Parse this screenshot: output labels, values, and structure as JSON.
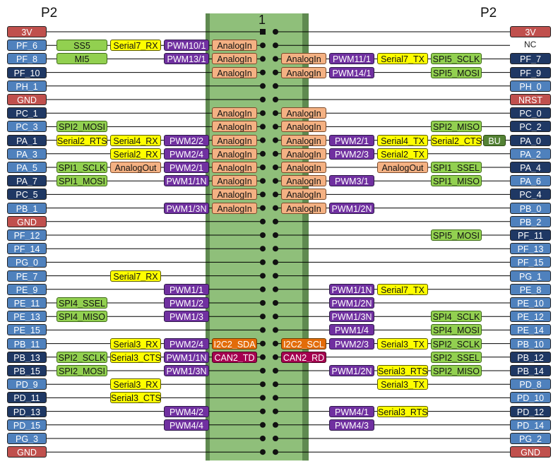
{
  "header": {
    "left": "P2",
    "right": "P2",
    "pin1": "1",
    "nc": "NC"
  },
  "colors": {
    "board": "#8fbf7a",
    "board_dark": "#5f8a50",
    "line": "#000000",
    "pin_box": "#111111",
    "bg": "#ffffff"
  },
  "type_colors": {
    "power": "#c0504d",
    "light": "#4f81bd",
    "dark": "#1f3864",
    "spi": "#92d050",
    "ss": "#92d050",
    "ser": "#ffff00",
    "pwm": "#7030a0",
    "ana": "#f4b183",
    "aout": "#f4b183",
    "i2c": "#e36c09",
    "can": "#a50050",
    "bu": "#548235"
  },
  "rows": [
    {
      "left": {
        "text": "3V",
        "style": "power"
      },
      "right": {
        "text": "3V",
        "style": "power"
      },
      "l": [],
      "r": [],
      "right_nc": false
    },
    {
      "left": {
        "text": "PF_6",
        "style": "light"
      },
      "right": null,
      "right_nc": true,
      "l": [
        {
          "slot": "c4",
          "text": "SS5",
          "type": "ss"
        },
        {
          "slot": "c3",
          "text": "Serial7_RX",
          "type": "ser"
        },
        {
          "slot": "c2",
          "text": "PWM10/1",
          "type": "pwm"
        },
        {
          "slot": "c1",
          "text": "AnalogIn",
          "type": "ana"
        }
      ],
      "r": []
    },
    {
      "left": {
        "text": "PF_8",
        "style": "light"
      },
      "right": {
        "text": "PF_7",
        "style": "dark"
      },
      "l": [
        {
          "slot": "c4",
          "text": "MI5",
          "type": "ss"
        },
        {
          "slot": "c2",
          "text": "PWM13/1",
          "type": "pwm"
        },
        {
          "slot": "c1",
          "text": "AnalogIn",
          "type": "ana"
        }
      ],
      "r": [
        {
          "slot": "c1",
          "text": "AnalogIn",
          "type": "ana"
        },
        {
          "slot": "c2",
          "text": "PWM11/1",
          "type": "pwm"
        },
        {
          "slot": "c3",
          "text": "Serial7_TX",
          "type": "ser"
        },
        {
          "slot": "c4",
          "text": "SPI5_SCLK",
          "type": "spi"
        }
      ]
    },
    {
      "left": {
        "text": "PF_10",
        "style": "dark"
      },
      "right": {
        "text": "PF_9",
        "style": "dark"
      },
      "l": [
        {
          "slot": "c1",
          "text": "AnalogIn",
          "type": "ana"
        }
      ],
      "r": [
        {
          "slot": "c1",
          "text": "AnalogIn",
          "type": "ana"
        },
        {
          "slot": "c2",
          "text": "PWM14/1",
          "type": "pwm"
        },
        {
          "slot": "c4",
          "text": "SPI5_MOSI",
          "type": "spi"
        }
      ]
    },
    {
      "left": {
        "text": "PH_1",
        "style": "light"
      },
      "right": {
        "text": "PH_0",
        "style": "light"
      },
      "l": [],
      "r": []
    },
    {
      "left": {
        "text": "GND",
        "style": "power"
      },
      "right": {
        "text": "NRST",
        "style": "power"
      },
      "l": [],
      "r": []
    },
    {
      "left": {
        "text": "PC_1",
        "style": "dark"
      },
      "right": {
        "text": "PC_0",
        "style": "dark"
      },
      "l": [
        {
          "slot": "c1",
          "text": "AnalogIn",
          "type": "ana"
        }
      ],
      "r": [
        {
          "slot": "c1",
          "text": "AnalogIn",
          "type": "ana"
        }
      ]
    },
    {
      "left": {
        "text": "PC_3",
        "style": "light"
      },
      "right": {
        "text": "PC_2",
        "style": "dark"
      },
      "l": [
        {
          "slot": "c4",
          "text": "SPI2_MOSI",
          "type": "spi"
        },
        {
          "slot": "c1",
          "text": "AnalogIn",
          "type": "ana"
        }
      ],
      "r": [
        {
          "slot": "c1",
          "text": "AnalogIn",
          "type": "ana"
        },
        {
          "slot": "c4",
          "text": "SPI2_MISO",
          "type": "spi"
        }
      ]
    },
    {
      "left": {
        "text": "PA_1",
        "style": "dark"
      },
      "right": {
        "text": "PA_0",
        "style": "dark"
      },
      "l": [
        {
          "slot": "c4",
          "text": "Serial2_RTS",
          "type": "ser"
        },
        {
          "slot": "c3",
          "text": "Serial4_RX",
          "type": "ser"
        },
        {
          "slot": "c2",
          "text": "PWM2/2",
          "type": "pwm"
        },
        {
          "slot": "c1",
          "text": "AnalogIn",
          "type": "ana"
        }
      ],
      "r": [
        {
          "slot": "c1",
          "text": "AnalogIn",
          "type": "ana"
        },
        {
          "slot": "c2",
          "text": "PWM2/1",
          "type": "pwm"
        },
        {
          "slot": "c3",
          "text": "Serial4_TX",
          "type": "ser"
        },
        {
          "slot": "c4",
          "text": "Serial2_CTS",
          "type": "ser"
        },
        {
          "slot": "bu",
          "text": "BU",
          "type": "bu"
        }
      ]
    },
    {
      "left": {
        "text": "PA_3",
        "style": "light"
      },
      "right": {
        "text": "PA_2",
        "style": "light"
      },
      "l": [
        {
          "slot": "c3",
          "text": "Serial2_RX",
          "type": "ser"
        },
        {
          "slot": "c2",
          "text": "PWM2/4",
          "type": "pwm"
        },
        {
          "slot": "c1",
          "text": "AnalogIn",
          "type": "ana"
        }
      ],
      "r": [
        {
          "slot": "c1",
          "text": "AnalogIn",
          "type": "ana"
        },
        {
          "slot": "c2",
          "text": "PWM2/3",
          "type": "pwm"
        },
        {
          "slot": "c3",
          "text": "Serial2_TX",
          "type": "ser"
        }
      ]
    },
    {
      "left": {
        "text": "PA_5",
        "style": "light"
      },
      "right": {
        "text": "PA_4",
        "style": "dark"
      },
      "l": [
        {
          "slot": "c4",
          "text": "SPI1_SCLK",
          "type": "spi"
        },
        {
          "slot": "c3",
          "text": "AnalogOut",
          "type": "aout"
        },
        {
          "slot": "c2",
          "text": "PWM2/1",
          "type": "pwm"
        },
        {
          "slot": "c1",
          "text": "AnalogIn",
          "type": "ana"
        }
      ],
      "r": [
        {
          "slot": "c1",
          "text": "AnalogIn",
          "type": "ana"
        },
        {
          "slot": "c3",
          "text": "AnalogOut",
          "type": "aout"
        },
        {
          "slot": "c4",
          "text": "SPI1_SSEL",
          "type": "spi"
        }
      ]
    },
    {
      "left": {
        "text": "PA_7",
        "style": "dark"
      },
      "right": {
        "text": "PA_6",
        "style": "light"
      },
      "l": [
        {
          "slot": "c4",
          "text": "SPI1_MOSI",
          "type": "spi"
        },
        {
          "slot": "c2",
          "text": "PWM1/1N",
          "type": "pwm"
        },
        {
          "slot": "c1",
          "text": "AnalogIn",
          "type": "ana"
        }
      ],
      "r": [
        {
          "slot": "c1",
          "text": "AnalogIn",
          "type": "ana"
        },
        {
          "slot": "c2",
          "text": "PWM3/1",
          "type": "pwm"
        },
        {
          "slot": "c4",
          "text": "SPI1_MISO",
          "type": "spi"
        }
      ]
    },
    {
      "left": {
        "text": "PC_5",
        "style": "dark"
      },
      "right": {
        "text": "PC_4",
        "style": "dark"
      },
      "l": [
        {
          "slot": "c1",
          "text": "AnalogIn",
          "type": "ana"
        }
      ],
      "r": [
        {
          "slot": "c1",
          "text": "AnalogIn",
          "type": "ana"
        }
      ]
    },
    {
      "left": {
        "text": "PB_1",
        "style": "light"
      },
      "right": {
        "text": "PB_0",
        "style": "light"
      },
      "l": [
        {
          "slot": "c2",
          "text": "PWM1/3N",
          "type": "pwm"
        },
        {
          "slot": "c1",
          "text": "AnalogIn",
          "type": "ana"
        }
      ],
      "r": [
        {
          "slot": "c1",
          "text": "AnalogIn",
          "type": "ana"
        },
        {
          "slot": "c2",
          "text": "PWM1/2N",
          "type": "pwm"
        }
      ]
    },
    {
      "left": {
        "text": "GND",
        "style": "power"
      },
      "right": {
        "text": "PB_2",
        "style": "light"
      },
      "l": [],
      "r": []
    },
    {
      "left": {
        "text": "PF_12",
        "style": "light"
      },
      "right": {
        "text": "PF_11",
        "style": "dark"
      },
      "l": [],
      "r": [
        {
          "slot": "c4",
          "text": "SPI5_MOSI",
          "type": "spi"
        }
      ]
    },
    {
      "left": {
        "text": "PF_14",
        "style": "light"
      },
      "right": {
        "text": "PF_13",
        "style": "light"
      },
      "l": [],
      "r": []
    },
    {
      "left": {
        "text": "PG_0",
        "style": "light"
      },
      "right": {
        "text": "PF_15",
        "style": "light"
      },
      "l": [],
      "r": []
    },
    {
      "left": {
        "text": "PE_7",
        "style": "light"
      },
      "right": {
        "text": "PG_1",
        "style": "light"
      },
      "l": [
        {
          "slot": "c3",
          "text": "Serial7_RX",
          "type": "ser"
        }
      ],
      "r": []
    },
    {
      "left": {
        "text": "PE_9",
        "style": "light"
      },
      "right": {
        "text": "PE_8",
        "style": "light"
      },
      "l": [
        {
          "slot": "c2",
          "text": "PWM1/1",
          "type": "pwm"
        }
      ],
      "r": [
        {
          "slot": "c2",
          "text": "PWM1/1N",
          "type": "pwm"
        },
        {
          "slot": "c3",
          "text": "Serial7_TX",
          "type": "ser"
        }
      ]
    },
    {
      "left": {
        "text": "PE_11",
        "style": "light"
      },
      "right": {
        "text": "PE_10",
        "style": "light"
      },
      "l": [
        {
          "slot": "c4",
          "text": "SPI4_SSEL",
          "type": "spi"
        },
        {
          "slot": "c2",
          "text": "PWM1/2",
          "type": "pwm"
        }
      ],
      "r": [
        {
          "slot": "c2",
          "text": "PWM1/2N",
          "type": "pwm"
        }
      ]
    },
    {
      "left": {
        "text": "PE_13",
        "style": "light"
      },
      "right": {
        "text": "PE_12",
        "style": "light"
      },
      "l": [
        {
          "slot": "c4",
          "text": "SPI4_MISO",
          "type": "spi"
        },
        {
          "slot": "c2",
          "text": "PWM1/3",
          "type": "pwm"
        }
      ],
      "r": [
        {
          "slot": "c2",
          "text": "PWM1/3N",
          "type": "pwm"
        },
        {
          "slot": "c4",
          "text": "SPI4_SCLK",
          "type": "spi"
        }
      ]
    },
    {
      "left": {
        "text": "PE_15",
        "style": "light"
      },
      "right": {
        "text": "PE_14",
        "style": "light"
      },
      "l": [],
      "r": [
        {
          "slot": "c2",
          "text": "PWM1/4",
          "type": "pwm"
        },
        {
          "slot": "c4",
          "text": "SPI4_MOSI",
          "type": "spi"
        }
      ]
    },
    {
      "left": {
        "text": "PB_11",
        "style": "light"
      },
      "right": {
        "text": "PB_10",
        "style": "light"
      },
      "l": [
        {
          "slot": "c3",
          "text": "Serial3_RX",
          "type": "ser"
        },
        {
          "slot": "c2",
          "text": "PWM2/4",
          "type": "pwm"
        },
        {
          "slot": "c1",
          "text": "I2C2_SDA",
          "type": "i2c"
        }
      ],
      "r": [
        {
          "slot": "c1",
          "text": "I2C2_SCL",
          "type": "i2c"
        },
        {
          "slot": "c2",
          "text": "PWM2/3",
          "type": "pwm"
        },
        {
          "slot": "c3",
          "text": "Serial3_TX",
          "type": "ser"
        },
        {
          "slot": "c4",
          "text": "SPI2_SCLK",
          "type": "spi"
        }
      ]
    },
    {
      "left": {
        "text": "PB_13",
        "style": "dark"
      },
      "right": {
        "text": "PB_12",
        "style": "dark"
      },
      "l": [
        {
          "slot": "c4",
          "text": "SPI2_SCLK",
          "type": "spi"
        },
        {
          "slot": "c3",
          "text": "Serial3_CTS",
          "type": "ser"
        },
        {
          "slot": "c2",
          "text": "PWM1/1N",
          "type": "pwm"
        },
        {
          "slot": "c1",
          "text": "CAN2_TD",
          "type": "can"
        }
      ],
      "r": [
        {
          "slot": "c1",
          "text": "CAN2_RD",
          "type": "can"
        },
        {
          "slot": "c4",
          "text": "SPI2_SSEL",
          "type": "spi"
        }
      ]
    },
    {
      "left": {
        "text": "PB_15",
        "style": "dark"
      },
      "right": {
        "text": "PB_14",
        "style": "dark"
      },
      "l": [
        {
          "slot": "c4",
          "text": "SPI2_MOSI",
          "type": "spi"
        },
        {
          "slot": "c2",
          "text": "PWM1/3N",
          "type": "pwm"
        }
      ],
      "r": [
        {
          "slot": "c2",
          "text": "PWM1/2N",
          "type": "pwm"
        },
        {
          "slot": "c3",
          "text": "Serial3_RTS",
          "type": "ser"
        },
        {
          "slot": "c4",
          "text": "SPI2_MISO",
          "type": "spi"
        }
      ]
    },
    {
      "left": {
        "text": "PD_9",
        "style": "light"
      },
      "right": {
        "text": "PD_8",
        "style": "light"
      },
      "l": [
        {
          "slot": "c3",
          "text": "Serial3_RX",
          "type": "ser"
        }
      ],
      "r": [
        {
          "slot": "c3",
          "text": "Serial3_TX",
          "type": "ser"
        }
      ]
    },
    {
      "left": {
        "text": "PD_11",
        "style": "dark"
      },
      "right": {
        "text": "PD_10",
        "style": "light"
      },
      "l": [
        {
          "slot": "c3",
          "text": "Serial3_CTS",
          "type": "ser"
        }
      ],
      "r": []
    },
    {
      "left": {
        "text": "PD_13",
        "style": "dark"
      },
      "right": {
        "text": "PD_12",
        "style": "dark"
      },
      "l": [
        {
          "slot": "c2",
          "text": "PWM4/2",
          "type": "pwm"
        }
      ],
      "r": [
        {
          "slot": "c2",
          "text": "PWM4/1",
          "type": "pwm"
        },
        {
          "slot": "c3",
          "text": "Serial3_RTS",
          "type": "ser"
        }
      ]
    },
    {
      "left": {
        "text": "PD_15",
        "style": "light"
      },
      "right": {
        "text": "PD_14",
        "style": "light"
      },
      "l": [
        {
          "slot": "c2",
          "text": "PWM4/4",
          "type": "pwm"
        }
      ],
      "r": [
        {
          "slot": "c2",
          "text": "PWM4/3",
          "type": "pwm"
        }
      ]
    },
    {
      "left": {
        "text": "PG_3",
        "style": "light"
      },
      "right": {
        "text": "PG_2",
        "style": "light"
      },
      "l": [],
      "r": []
    },
    {
      "left": {
        "text": "GND",
        "style": "power"
      },
      "right": {
        "text": "GND",
        "style": "power"
      },
      "l": [],
      "r": []
    }
  ]
}
